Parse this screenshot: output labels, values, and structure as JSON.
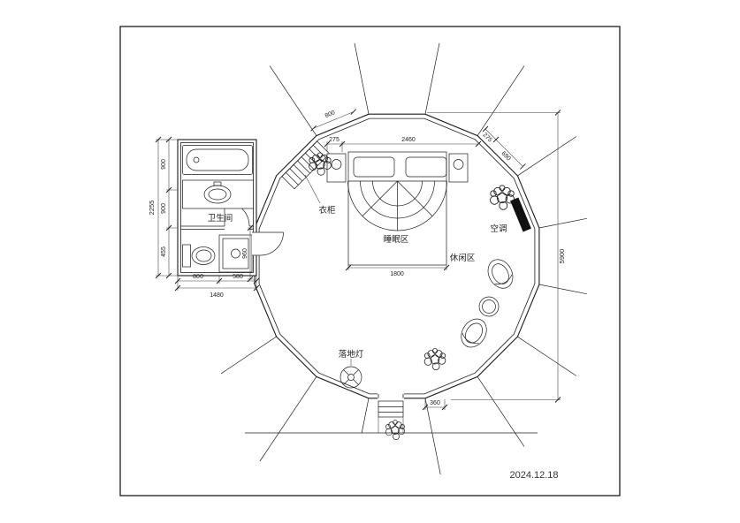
{
  "title_block": {
    "date": "2024.12.18"
  },
  "room_labels": {
    "bathroom": "卫生间",
    "wardrobe": "衣柜",
    "sleeping_area": "睡眠区",
    "leisure_area": "休闲区",
    "air_conditioner": "空调",
    "floor_lamp": "落地灯"
  },
  "dimensions": {
    "overall_height": "5900",
    "bathroom_total_height": "2255",
    "bathroom_seg_top": "900",
    "bathroom_seg_mid": "900",
    "bathroom_seg_bottom": "455",
    "bathroom_total_width": "1480",
    "bathroom_width_left": "800",
    "bathroom_width_right": "580",
    "toilet_zone_height": "960",
    "bed_width": "1800",
    "bed_zone_span": "2460",
    "nightstand_left": "275",
    "nightstand_right": "275",
    "wall_segment_right": "690",
    "wall_segment_top_left": "800",
    "entrance_offset": "360"
  },
  "colors": {
    "line": "#1c1c1c",
    "dim_line": "#3a3a3a",
    "ac_fill": "#111111",
    "background": "#ffffff"
  }
}
